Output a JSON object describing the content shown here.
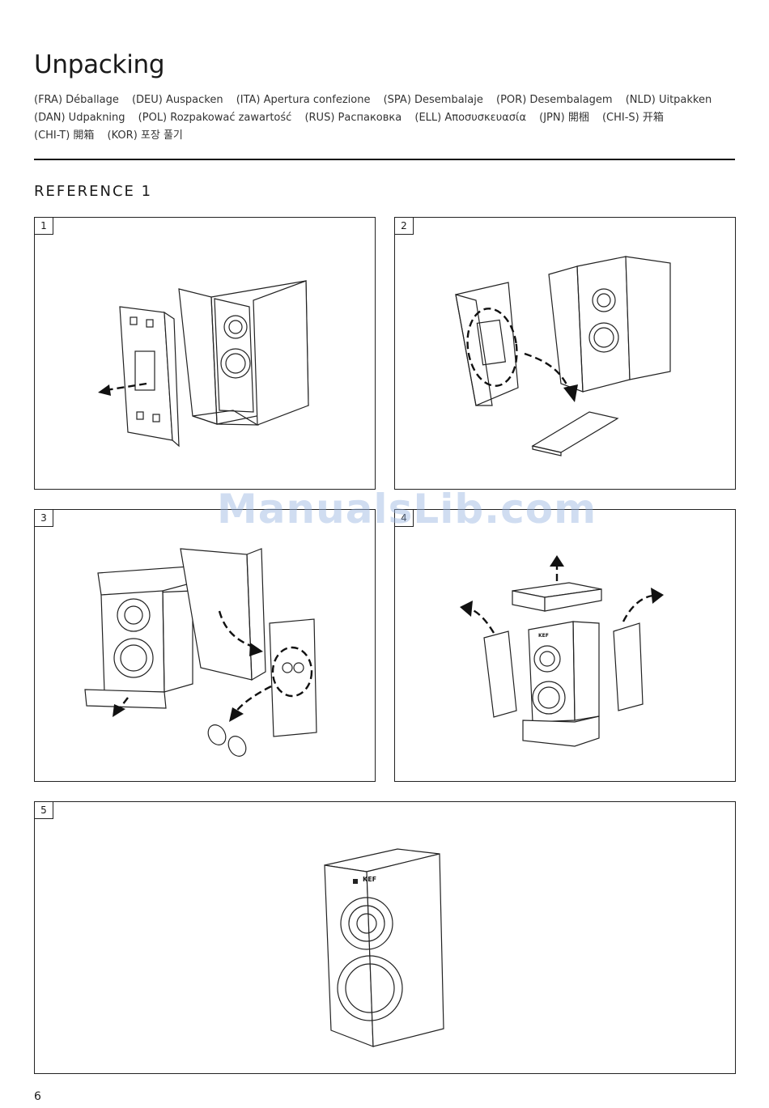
{
  "header": {
    "title": "Unpacking",
    "languages": [
      "(FRA) Déballage",
      "(DEU) Auspacken",
      "(ITA) Apertura confezione",
      "(SPA) Desembalaje",
      "(POR) Desembalagem",
      "(NLD) Uitpakken",
      "(DAN) Udpakning",
      "(POL) Rozpakować zawartość",
      "(RUS) Распаковка",
      "(ELL) Αποσυσκευασία",
      "(JPN) 開梱",
      "(CHI-S) 开箱",
      "(CHI-T) 開箱",
      "(KOR) 포장 풀기"
    ]
  },
  "section": {
    "label": "REFERENCE 1"
  },
  "panels": [
    {
      "number": "1"
    },
    {
      "number": "2"
    },
    {
      "number": "3"
    },
    {
      "number": "4"
    },
    {
      "number": "5"
    }
  ],
  "brand": {
    "logo_text": "KEF"
  },
  "watermark": {
    "text": "ManualsLib.com"
  },
  "footer": {
    "page_number": "6"
  }
}
